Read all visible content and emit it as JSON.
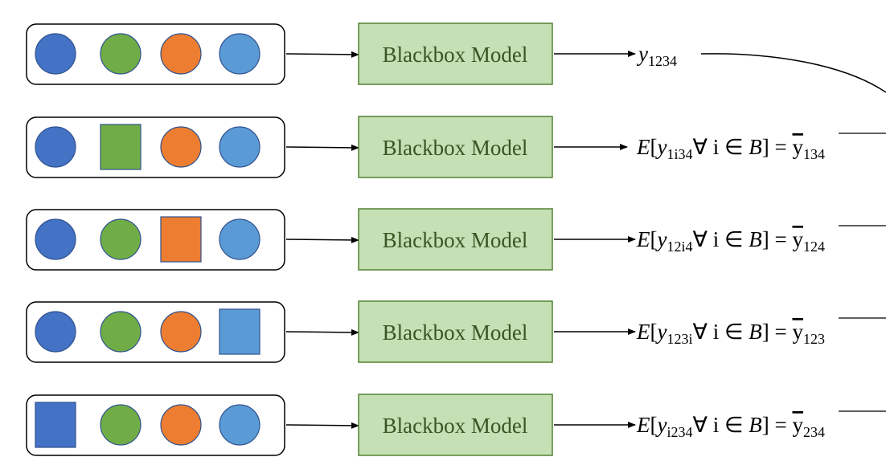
{
  "colors": {
    "dark_blue": "#4472C4",
    "green": "#70AD47",
    "orange": "#ED7D31",
    "light_blue": "#5B9BD5",
    "model_fill": "#C5E0B4",
    "model_border": "#548235",
    "model_text": "#375623"
  },
  "rows": [
    {
      "features": [
        {
          "shape": "circle",
          "color": "dark_blue"
        },
        {
          "shape": "circle",
          "color": "green"
        },
        {
          "shape": "circle",
          "color": "orange"
        },
        {
          "shape": "circle",
          "color": "light_blue"
        }
      ],
      "model_label": "Blackbox Model",
      "output": {
        "kind": "plain",
        "var": "y",
        "sub": "1234"
      }
    },
    {
      "features": [
        {
          "shape": "circle",
          "color": "dark_blue"
        },
        {
          "shape": "square",
          "color": "green"
        },
        {
          "shape": "circle",
          "color": "orange"
        },
        {
          "shape": "circle",
          "color": "light_blue"
        }
      ],
      "model_label": "Blackbox Model",
      "output": {
        "kind": "expect",
        "E": "E",
        "open": "[",
        "var": "y",
        "sub": "1i34",
        "forall": "∀ i ∈ ",
        "set": "B",
        "close": "]",
        "eq": " = ",
        "result": "y",
        "result_sub": "134"
      }
    },
    {
      "features": [
        {
          "shape": "circle",
          "color": "dark_blue"
        },
        {
          "shape": "circle",
          "color": "green"
        },
        {
          "shape": "square",
          "color": "orange"
        },
        {
          "shape": "circle",
          "color": "light_blue"
        }
      ],
      "model_label": "Blackbox Model",
      "output": {
        "kind": "expect",
        "E": "E",
        "open": "[",
        "var": "y",
        "sub": "12i4",
        "forall": "∀ i ∈ ",
        "set": "B",
        "close": "]",
        "eq": " = ",
        "result": "y",
        "result_sub": "124"
      }
    },
    {
      "features": [
        {
          "shape": "circle",
          "color": "dark_blue"
        },
        {
          "shape": "circle",
          "color": "green"
        },
        {
          "shape": "circle",
          "color": "orange"
        },
        {
          "shape": "square",
          "color": "light_blue"
        }
      ],
      "model_label": "Blackbox Model",
      "output": {
        "kind": "expect",
        "E": "E",
        "open": "[",
        "var": "y",
        "sub": "123i",
        "forall": "∀ i ∈ ",
        "set": "B",
        "close": "]",
        "eq": " = ",
        "result": "y",
        "result_sub": "123"
      }
    },
    {
      "features": [
        {
          "shape": "square",
          "color": "dark_blue"
        },
        {
          "shape": "circle",
          "color": "green"
        },
        {
          "shape": "circle",
          "color": "orange"
        },
        {
          "shape": "circle",
          "color": "light_blue"
        }
      ],
      "model_label": "Blackbox Model",
      "output": {
        "kind": "expect",
        "E": "E",
        "open": "[",
        "var": "y",
        "sub": "i234",
        "forall": "∀ i ∈ ",
        "set": "B",
        "close": "]",
        "eq": " = ",
        "result": "y",
        "result_sub": "234"
      }
    }
  ]
}
